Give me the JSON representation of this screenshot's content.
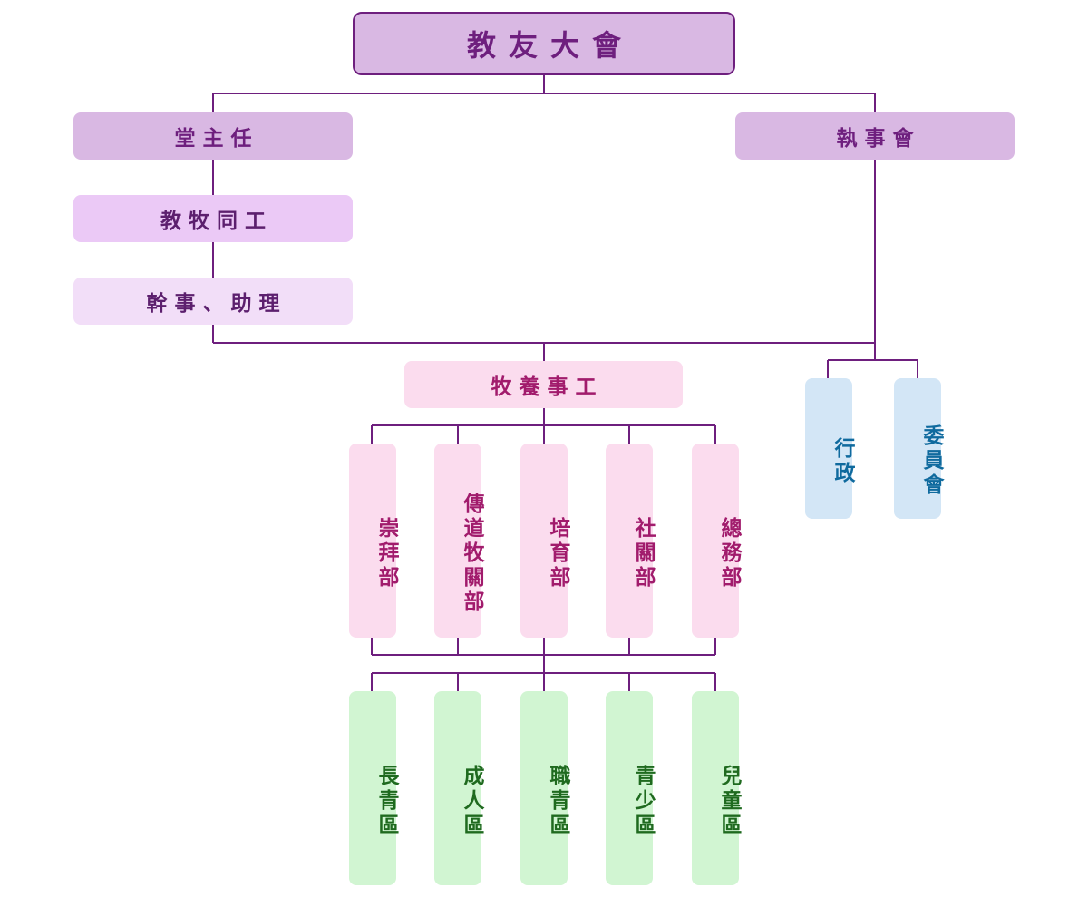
{
  "nodes": {
    "assembly": "教友大會",
    "pastor": "堂主任",
    "council": "執事會",
    "ministry_staff": "教牧同工",
    "officers": "幹事、助理",
    "pastoral_work": "牧養事工",
    "administration": "行政",
    "committee": "委員會"
  },
  "departments": [
    "崇拜部",
    "傳道牧關部",
    "培育部",
    "社關部",
    "總務部"
  ],
  "zones": [
    "長青區",
    "成人區",
    "職青區",
    "青少區",
    "兒童區"
  ],
  "colors": {
    "connector": "#6e1f7e",
    "top": "#d9b8e3",
    "pastoral": "#fbdcee",
    "admin": "#d3e6f6",
    "zone": "#d1f5d2"
  }
}
